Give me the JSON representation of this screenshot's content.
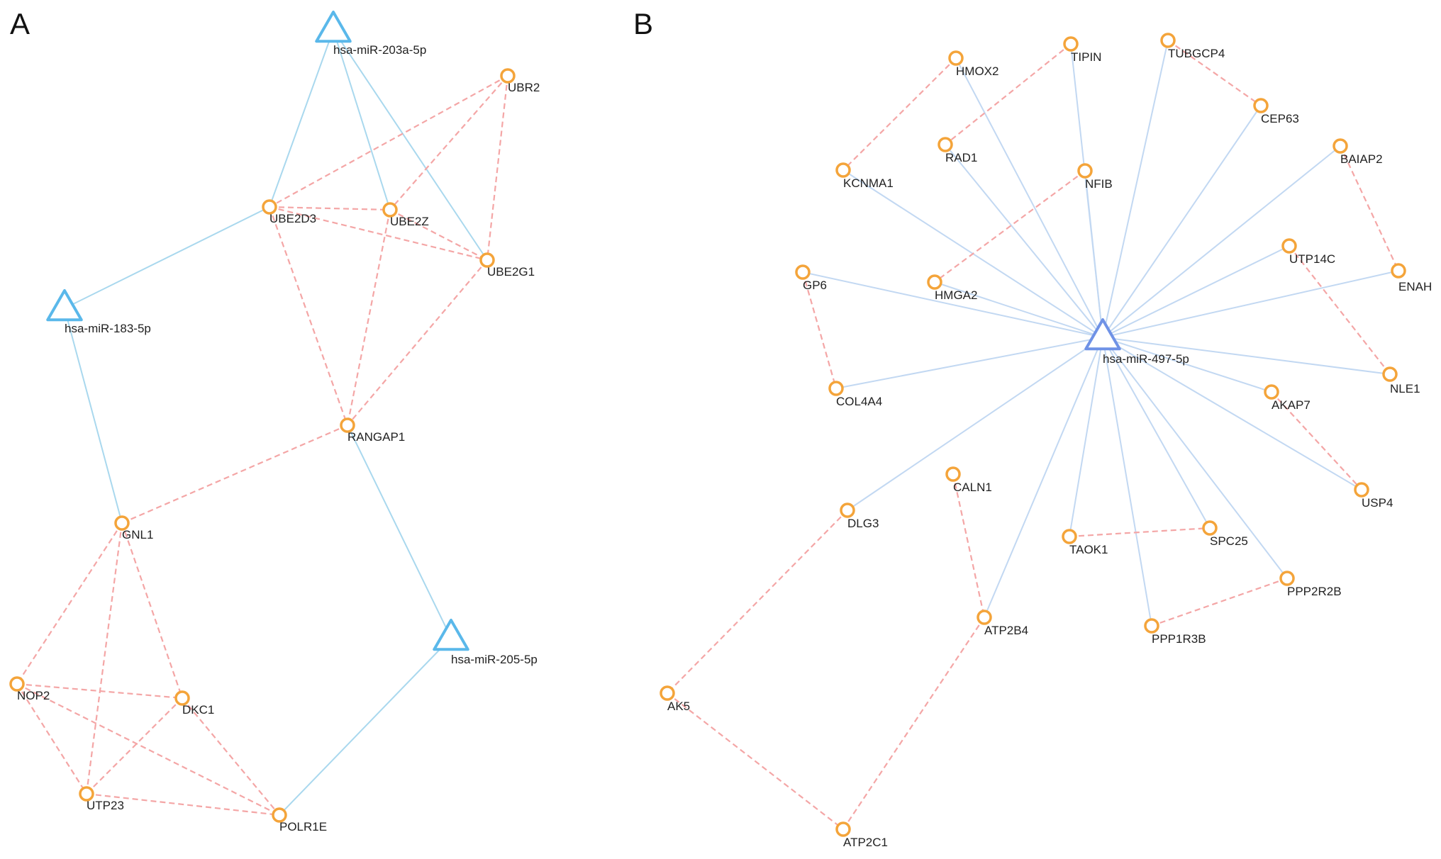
{
  "panels": [
    {
      "label": "A",
      "mirna_nodes": [
        {
          "id": "m203",
          "label": "hsa-miR-203a-5p"
        },
        {
          "id": "m183",
          "label": "hsa-miR-183-5p"
        },
        {
          "id": "m205",
          "label": "hsa-miR-205-5p"
        }
      ],
      "gene_nodes": [
        {
          "id": "UBR2",
          "label": "UBR2"
        },
        {
          "id": "UBE2D3",
          "label": "UBE2D3"
        },
        {
          "id": "UBE2Z",
          "label": "UBE2Z"
        },
        {
          "id": "UBE2G1",
          "label": "UBE2G1"
        },
        {
          "id": "RANGAP1",
          "label": "RANGAP1"
        },
        {
          "id": "GNL1",
          "label": "GNL1"
        },
        {
          "id": "NOP2",
          "label": "NOP2"
        },
        {
          "id": "DKC1",
          "label": "DKC1"
        },
        {
          "id": "UTP23",
          "label": "UTP23"
        },
        {
          "id": "POLR1E",
          "label": "POLR1E"
        }
      ],
      "mirna_edges": [
        [
          "m203",
          "UBE2D3"
        ],
        [
          "m203",
          "UBE2Z"
        ],
        [
          "m203",
          "UBE2G1"
        ],
        [
          "m183",
          "UBE2D3"
        ],
        [
          "m183",
          "GNL1"
        ],
        [
          "m205",
          "RANGAP1"
        ],
        [
          "m205",
          "POLR1E"
        ]
      ],
      "ppi_edges": [
        [
          "UBR2",
          "UBE2D3"
        ],
        [
          "UBR2",
          "UBE2Z"
        ],
        [
          "UBR2",
          "UBE2G1"
        ],
        [
          "UBE2D3",
          "UBE2Z"
        ],
        [
          "UBE2D3",
          "UBE2G1"
        ],
        [
          "UBE2Z",
          "UBE2G1"
        ],
        [
          "UBE2D3",
          "RANGAP1"
        ],
        [
          "UBE2Z",
          "RANGAP1"
        ],
        [
          "UBE2G1",
          "RANGAP1"
        ],
        [
          "RANGAP1",
          "GNL1"
        ],
        [
          "GNL1",
          "NOP2"
        ],
        [
          "GNL1",
          "DKC1"
        ],
        [
          "GNL1",
          "UTP23"
        ],
        [
          "NOP2",
          "DKC1"
        ],
        [
          "NOP2",
          "UTP23"
        ],
        [
          "NOP2",
          "POLR1E"
        ],
        [
          "DKC1",
          "UTP23"
        ],
        [
          "DKC1",
          "POLR1E"
        ],
        [
          "UTP23",
          "POLR1E"
        ]
      ]
    },
    {
      "label": "B",
      "mirna_nodes": [
        {
          "id": "m497",
          "label": "hsa-miR-497-5p"
        }
      ],
      "gene_nodes": [
        {
          "id": "HMOX2",
          "label": "HMOX2"
        },
        {
          "id": "TIPIN",
          "label": "TIPIN"
        },
        {
          "id": "TUBGCP4",
          "label": "TUBGCP4"
        },
        {
          "id": "CEP63",
          "label": "CEP63"
        },
        {
          "id": "RAD1",
          "label": "RAD1"
        },
        {
          "id": "NFIB",
          "label": "NFIB"
        },
        {
          "id": "KCNMA1",
          "label": "KCNMA1"
        },
        {
          "id": "BAIAP2",
          "label": "BAIAP2"
        },
        {
          "id": "GP6",
          "label": "GP6"
        },
        {
          "id": "HMGA2",
          "label": "HMGA2"
        },
        {
          "id": "UTP14C",
          "label": "UTP14C"
        },
        {
          "id": "ENAH",
          "label": "ENAH"
        },
        {
          "id": "COL4A4",
          "label": "COL4A4"
        },
        {
          "id": "NLE1",
          "label": "NLE1"
        },
        {
          "id": "AKAP7",
          "label": "AKAP7"
        },
        {
          "id": "CALN1",
          "label": "CALN1"
        },
        {
          "id": "DLG3",
          "label": "DLG3"
        },
        {
          "id": "USP4",
          "label": "USP4"
        },
        {
          "id": "TAOK1",
          "label": "TAOK1"
        },
        {
          "id": "SPC25",
          "label": "SPC25"
        },
        {
          "id": "PPP2R2B",
          "label": "PPP2R2B"
        },
        {
          "id": "ATP2B4",
          "label": "ATP2B4"
        },
        {
          "id": "PPP1R3B",
          "label": "PPP1R3B"
        },
        {
          "id": "AK5",
          "label": "AK5"
        },
        {
          "id": "ATP2C1",
          "label": "ATP2C1"
        }
      ],
      "mirna_edges": [
        [
          "m497",
          "HMOX2"
        ],
        [
          "m497",
          "TIPIN"
        ],
        [
          "m497",
          "TUBGCP4"
        ],
        [
          "m497",
          "CEP63"
        ],
        [
          "m497",
          "RAD1"
        ],
        [
          "m497",
          "NFIB"
        ],
        [
          "m497",
          "KCNMA1"
        ],
        [
          "m497",
          "BAIAP2"
        ],
        [
          "m497",
          "GP6"
        ],
        [
          "m497",
          "HMGA2"
        ],
        [
          "m497",
          "UTP14C"
        ],
        [
          "m497",
          "ENAH"
        ],
        [
          "m497",
          "COL4A4"
        ],
        [
          "m497",
          "NLE1"
        ],
        [
          "m497",
          "AKAP7"
        ],
        [
          "m497",
          "USP4"
        ],
        [
          "m497",
          "DLG3"
        ],
        [
          "m497",
          "TAOK1"
        ],
        [
          "m497",
          "SPC25"
        ],
        [
          "m497",
          "PPP2R2B"
        ],
        [
          "m497",
          "ATP2B4"
        ],
        [
          "m497",
          "PPP1R3B"
        ]
      ],
      "ppi_edges": [
        [
          "HMOX2",
          "KCNMA1"
        ],
        [
          "TIPIN",
          "RAD1"
        ],
        [
          "TUBGCP4",
          "CEP63"
        ],
        [
          "NFIB",
          "HMGA2"
        ],
        [
          "BAIAP2",
          "ENAH"
        ],
        [
          "GP6",
          "COL4A4"
        ],
        [
          "UTP14C",
          "NLE1"
        ],
        [
          "AKAP7",
          "USP4"
        ],
        [
          "CALN1",
          "ATP2B4"
        ],
        [
          "TAOK1",
          "SPC25"
        ],
        [
          "PPP2R2B",
          "PPP1R3B"
        ],
        [
          "DLG3",
          "AK5"
        ],
        [
          "AK5",
          "ATP2C1"
        ],
        [
          "ATP2C1",
          "ATP2B4"
        ]
      ]
    }
  ]
}
